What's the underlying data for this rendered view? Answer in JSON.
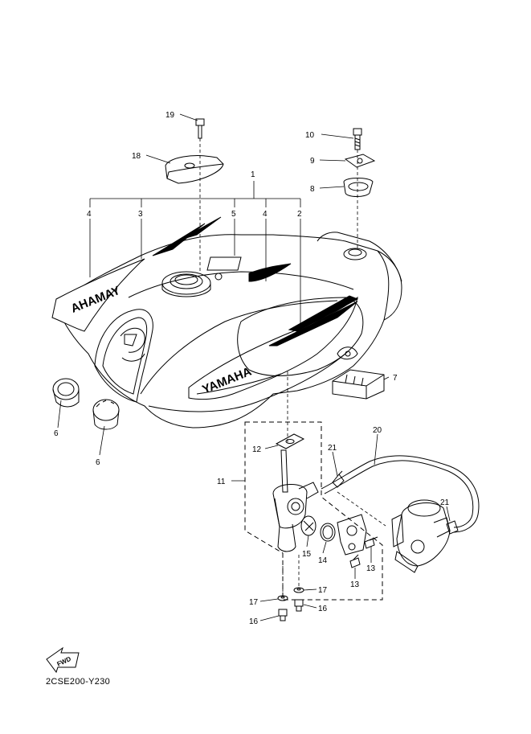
{
  "diagram_code": "2CSE200-Y230",
  "fwd_label": "FWD",
  "tank_logo_main": "YAMAHA",
  "tank_logo_mirrored": "AHAMAY",
  "callouts": {
    "c1": "1",
    "c2": "2",
    "c3": "3",
    "c4a": "4",
    "c4b": "4",
    "c5": "5",
    "c6a": "6",
    "c6b": "6",
    "c7": "7",
    "c8": "8",
    "c9": "9",
    "c10": "10",
    "c11": "11",
    "c12": "12",
    "c13a": "13",
    "c13b": "13",
    "c14": "14",
    "c15": "15",
    "c16a": "16",
    "c16b": "16",
    "c17a": "17",
    "c17b": "17",
    "c18": "18",
    "c19": "19",
    "c20": "20",
    "c21a": "21",
    "c21b": "21"
  }
}
